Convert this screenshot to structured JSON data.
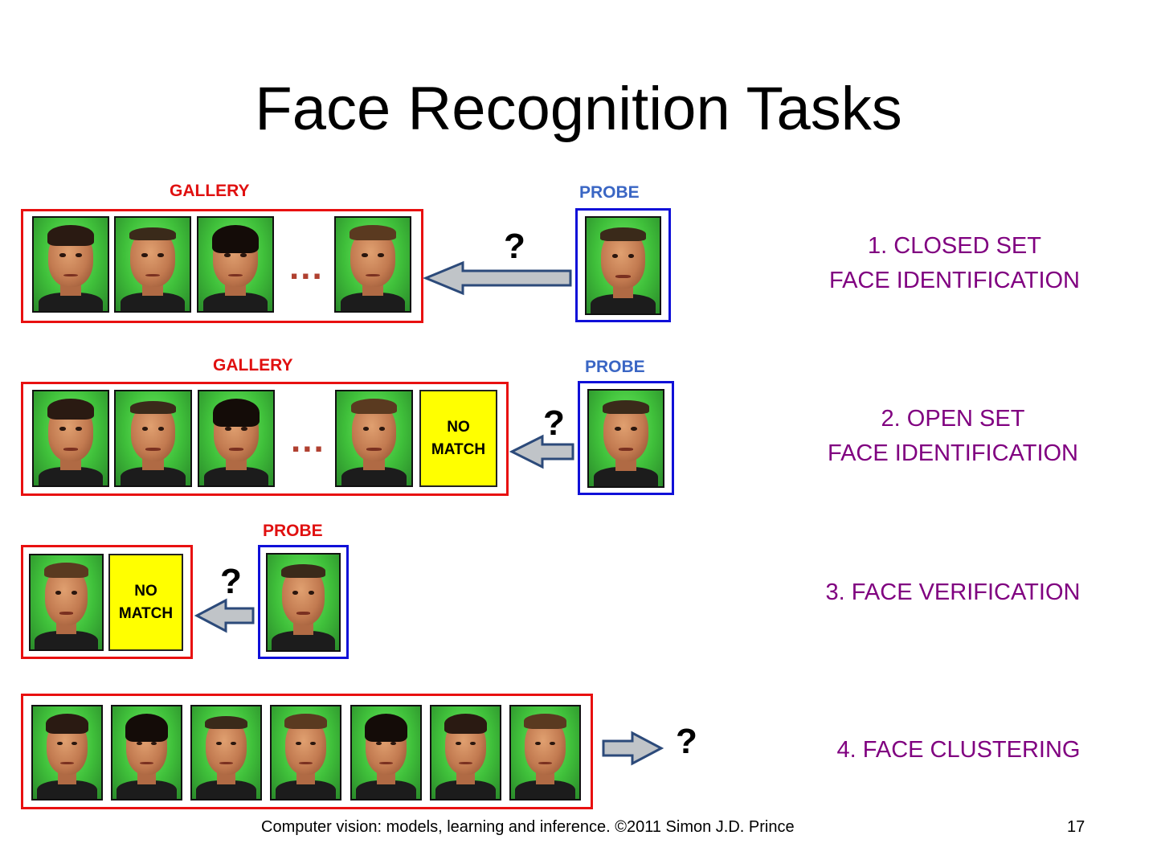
{
  "slide": {
    "title": "Face Recognition Tasks",
    "footer": "Computer vision: models, learning and inference.  ©2011 Simon J.D. Prince",
    "page_number": "17"
  },
  "labels": {
    "gallery": "GALLERY",
    "probe": "PROBE",
    "no_match": "NO MATCH",
    "dots": "...",
    "question": "?"
  },
  "tasks": [
    {
      "line1": "1. CLOSED SET",
      "line2": "FACE IDENTIFICATION"
    },
    {
      "line1": "2. OPEN SET",
      "line2": "FACE IDENTIFICATION"
    },
    {
      "line1": "3. FACE VERIFICATION",
      "line2": ""
    },
    {
      "line1": "4. FACE CLUSTERING",
      "line2": ""
    }
  ],
  "colors": {
    "gallery_border": "#e81010",
    "probe_border": "#1010d8",
    "task_text": "#800080",
    "no_match_fill": "#ffff00",
    "arrow_fill": "#c0c4c8",
    "arrow_stroke": "#2c4a7a"
  }
}
